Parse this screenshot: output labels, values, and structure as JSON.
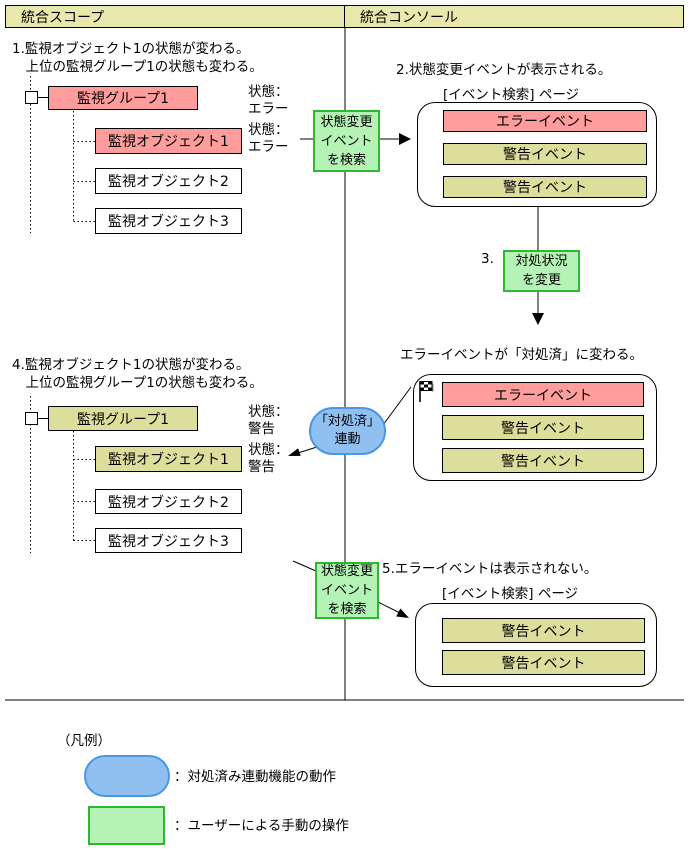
{
  "header": {
    "left_label": "統合スコープ",
    "right_label": "統合コンソール"
  },
  "colors": {
    "error_pink": "#ff9d9d",
    "warning_khaki": "#dede9c",
    "manual_green": "#b5f2b5",
    "linkage_blue": "#8fc0f0",
    "header_khaki": "#e8e8ac"
  },
  "step1": {
    "note": "1.監視オブジェクト1の状態が変わる。\n　上位の監視グループ1の状態も変わる。",
    "group_label": "監視グループ1",
    "object1_label": "監視オブジェクト1",
    "object2_label": "監視オブジェクト2",
    "object3_label": "監視オブジェクト3",
    "group_status": "状態：\nエラー",
    "object_status": "状態：\nエラー"
  },
  "search_action1": {
    "label": "状態変更\nイベント\nを検索"
  },
  "step2": {
    "note": "2.状態変更イベントが表示される。",
    "page_title": "[イベント検索] ページ",
    "events": [
      "エラーイベント",
      "警告イベント",
      "警告イベント"
    ]
  },
  "step3": {
    "number": "3.",
    "action_label": "対処状況\nを変更",
    "result_note": "エラーイベントが「対処済」に変わる。",
    "events": [
      "エラーイベント",
      "警告イベント",
      "警告イベント"
    ]
  },
  "step4": {
    "note": "4.監視オブジェクト1の状態が変わる。\n　上位の監視グループ1の状態も変わる。",
    "group_label": "監視グループ1",
    "object1_label": "監視オブジェクト1",
    "object2_label": "監視オブジェクト2",
    "object3_label": "監視オブジェクト3",
    "group_status": "状態：\n警告",
    "object_status": "状態：\n警告",
    "linkage_label": "「対処済」\n連動"
  },
  "search_action2": {
    "label": "状態変更\nイベント\nを検索"
  },
  "step5": {
    "note": "5.エラーイベントは表示されない。",
    "page_title": "[イベント検索] ページ",
    "events": [
      "警告イベント",
      "警告イベント"
    ]
  },
  "legend": {
    "title": "（凡例）",
    "linkage_desc": "：対処済み連動機能の動作",
    "manual_desc": "：ユーザーによる手動の操作"
  }
}
